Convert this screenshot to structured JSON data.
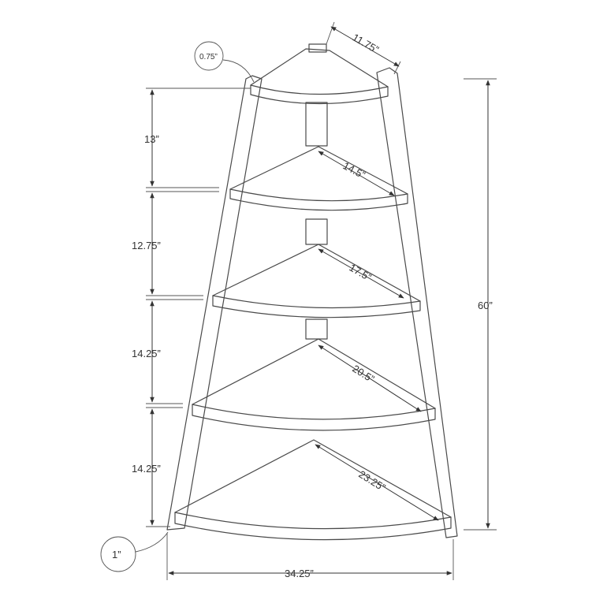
{
  "dimensions": {
    "shelf_depth": "11.75”",
    "shelf_thickness": "0.75”",
    "total_height": "60”",
    "total_width": "34.25”",
    "leg_thickness": "1”",
    "spacing": [
      "13”",
      "12.75”",
      "14.25”",
      "14.25”"
    ],
    "shelf_widths": [
      "14.5”",
      "17.5”",
      "20.5”",
      "23.25”"
    ]
  }
}
